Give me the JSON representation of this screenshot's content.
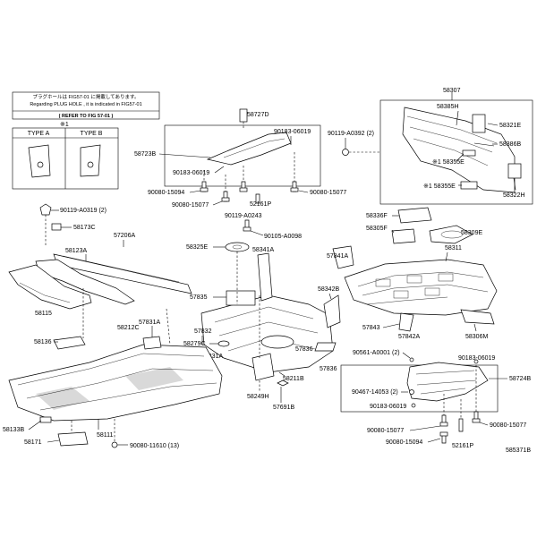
{
  "note": {
    "line1": "プラグホールは FIG57-01 に掲載してあります。",
    "line2": "Regarding PLUG HOLE , it is indicated in FIG57-01",
    "line3": "( REFER TO FIG 57-01 )",
    "marker": "※1",
    "type_a": "TYPE A",
    "type_b": "TYPE B"
  },
  "parts": {
    "p58307": "58307",
    "p58385H": "58385H",
    "p58321E": "58321E",
    "p58386B": "58386B",
    "p58355E_1": "※1 58355E",
    "p58355E_2": "※1 58355E",
    "p58322H": "58322H",
    "p90119A0392": "90119-A0392 (2)",
    "p58727D": "58727D",
    "p58723B": "58723B",
    "p90183_1": "90183-06019",
    "p90183_2": "90183-06019",
    "p90080_15094_1": "90080-15094",
    "p90080_15077_1": "90080-15077",
    "p90080_15077_2": "90080-15077",
    "p52161P_1": "52161P",
    "p90119A0243": "90119-A0243",
    "p90105A0098": "90105-A0098",
    "p90119A0319": "90119-A0319 (2)",
    "p58173C": "58173C",
    "p57206A": "57206A",
    "p58123A": "58123A",
    "p58325E": "58325E",
    "p58341A": "58341A",
    "p58336F": "58336F",
    "p58305F": "58305F",
    "p58309E": "58309E",
    "p58311": "58311",
    "p57841A": "57841A",
    "p58115": "58115",
    "p57835": "57835",
    "p58342B": "58342B",
    "p57843": "57843",
    "p57831A_1": "57831A",
    "p58212C": "58212C",
    "p57832": "57832",
    "p57842A": "57842A",
    "p58306M": "58306M",
    "p58136": "58136",
    "p58279C": "58279C",
    "p57831A_2": "57831A",
    "p57836": "57836",
    "p58211B": "58211B",
    "p90561": "90561-A0001 (2)",
    "p90183_3": "90183-06019",
    "p58724B": "58724B",
    "p90467": "90467-14053 (2)",
    "p90183_4": "90183-06019",
    "p58249H": "58249H",
    "p57691B": "57691B",
    "p58133B": "58133B",
    "p58111": "58111",
    "p58171": "58171",
    "p90080_11610": "90080-11610 (13)",
    "p90080_15077_3": "90080-15077",
    "p90080_15077_4": "90080-15077",
    "p90080_15094_2": "90080-15094",
    "p52161P_2": "52161P",
    "fig": "585371B"
  }
}
